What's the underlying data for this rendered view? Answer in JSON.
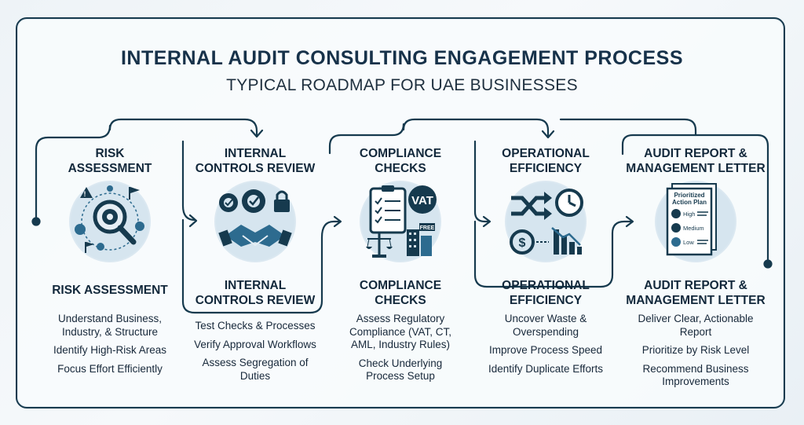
{
  "title": "INTERNAL AUDIT CONSULTING ENGAGEMENT PROCESS",
  "subtitle": "TYPICAL ROADMAP FOR UAE BUSINESSES",
  "steps": [
    {
      "heading": "RISK\nASSESSMENT",
      "label": "RISK ASSESSMENT",
      "icon": "risk-magnifier-gears-icon",
      "bullets": [
        "Understand Business, Industry, & Structure",
        "Identify High-Risk Areas",
        "Focus Effort Efficiently"
      ]
    },
    {
      "heading": "INTERNAL\nCONTROLS REVIEW",
      "label": "INTERNAL\nCONTROLS REVIEW",
      "icon": "handshake-gears-lock-icon",
      "bullets": [
        "Test Checks & Processes",
        "Verify Approval Workflows",
        "Assess Segregation of Duties"
      ]
    },
    {
      "heading": "COMPLIANCE\nCHECKS",
      "label": "COMPLIANCE\nCHECKS",
      "icon": "clipboard-vat-scales-icon",
      "vat_text": "VAT",
      "free_text": "FREE",
      "bullets": [
        "Assess Regulatory Compliance (VAT, CT, AML, Industry Rules)",
        "Check Underlying Process Setup"
      ]
    },
    {
      "heading": "OPERATIONAL\nEFFICIENCY",
      "label": "OPERATIONAL\nEFFICIENCY",
      "icon": "shuffle-clock-chart-icon",
      "bullets": [
        "Uncover Waste & Overspending",
        "Improve Process Speed",
        "Identify Duplicate Efforts"
      ]
    },
    {
      "heading": "AUDIT REPORT &\nMANAGEMENT LETTER",
      "label": "AUDIT REPORT &\nMANAGEMENT LETTER",
      "icon": "action-plan-report-icon",
      "plan_title": "Prioritized Action Plan",
      "plan_items": [
        "High",
        "Medium",
        "Low"
      ],
      "bullets": [
        "Deliver Clear, Actionable Report",
        "Prioritize by Risk Level",
        "Recommend Business Improvements"
      ]
    }
  ],
  "colors": {
    "navy": "#163a4e",
    "circle": "#dbe8f1",
    "accent": "#2d6b8f"
  }
}
